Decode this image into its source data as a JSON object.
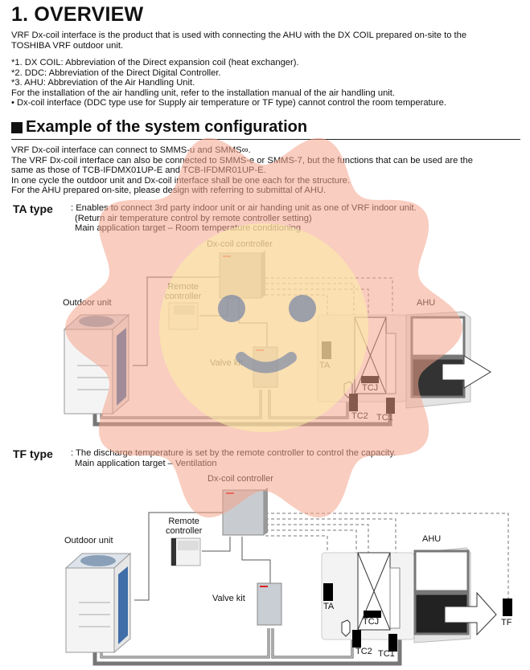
{
  "page": {
    "title": "1. OVERVIEW",
    "intro": [
      "VRF Dx-coil interface is the product that is used with connecting the AHU with the DX COIL prepared on-site to the",
      "TOSHIBA VRF outdoor unit."
    ],
    "notes": [
      "*1. DX COIL: Abbreviation of the Direct expansion coil (heat exchanger).",
      "*2. DDC: Abbreviation of the Direct Digital Controller.",
      "*3. AHU: Abbreviation of the Air Handling Unit.",
      "For the installation of the air handling unit, refer to the installation manual of the air handling unit.",
      "•  Dx-coil interface (DDC type use for Supply air temperature or TF type) cannot control the room temperature."
    ]
  },
  "section": {
    "heading": "Example of the system configuration",
    "paragraphs": [
      "VRF Dx-coil interface can connect to SMMS-u and SMMS∞.",
      "The VRF Dx-coil interface can also be connected to SMMS-e or SMMS-7, but the functions that can be used are the",
      "same as those of TCB-IFDMX01UP-E and TCB-IFDMR01UP-E.",
      "In one cycle the outdoor unit and Dx-coil interface shall be one each for the structure.",
      "For the AHU prepared on-site, please design with referring to submittal of AHU."
    ]
  },
  "ta_type": {
    "label": "TA type",
    "lines": [
      ": Enables to connect 3rd party indoor unit or air handing unit as one of VRF indoor unit.",
      "(Return air temperature control by remote controller setting)",
      "Main application target – Room temperature conditioning"
    ]
  },
  "tf_type": {
    "label": "TF type",
    "lines": [
      ": The discharge temperature is set by the remote controller to control the capacity.",
      "Main application target – Ventilation"
    ]
  },
  "diagram_labels": {
    "dx_coil_controller": "Dx-coil controller",
    "remote_controller_1": "Remote",
    "remote_controller_2": "controller",
    "outdoor_unit": "Outdoor unit",
    "valve_kit": "Valve kit",
    "ahu": "AHU",
    "ta": "TA",
    "tcj": "TCJ",
    "tc2": "TC2",
    "tc1": "TC1",
    "tf": "TF"
  },
  "colors": {
    "overlay_badge": "#f4a48a",
    "overlay_face": "#fdf3b0",
    "overlay_features": "#7d8aa6"
  }
}
